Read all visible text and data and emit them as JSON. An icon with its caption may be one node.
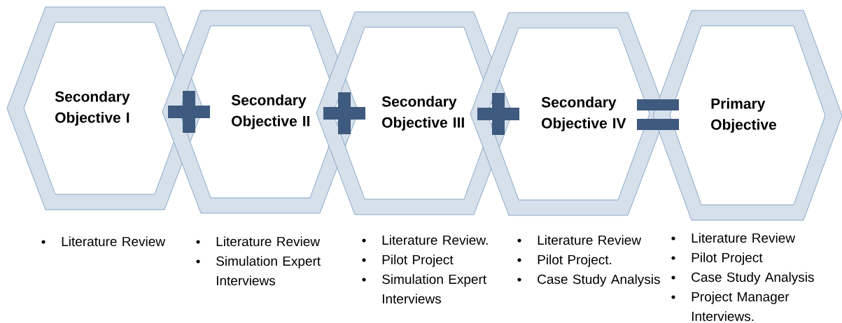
{
  "diagram": {
    "nodes": [
      {
        "text": [
          "Secondary Objective I"
        ],
        "beside": [
          "Literature Review"
        ]
      },
      {
        "text": [
          "Secondary Objective II"
        ],
        "beside": [
          "Literature Review",
          "Simulation Expert Interviews"
        ]
      },
      {
        "text": [
          "Secondary Objective III"
        ],
        "beside": [
          "Literature Review.",
          "Pilot Project",
          "Simulation Expert Interviews"
        ]
      },
      {
        "text": [
          "Secondary Objective IV"
        ],
        "beside": [
          "Literature Review",
          "Pilot Project.",
          "Case Study Analysis"
        ]
      },
      {
        "text": [
          "Primary Objective"
        ],
        "beside": [
          "Literature Review",
          "Pilot Project",
          "Case Study Analysis",
          "Project Manager Interviews."
        ]
      }
    ]
  }
}
